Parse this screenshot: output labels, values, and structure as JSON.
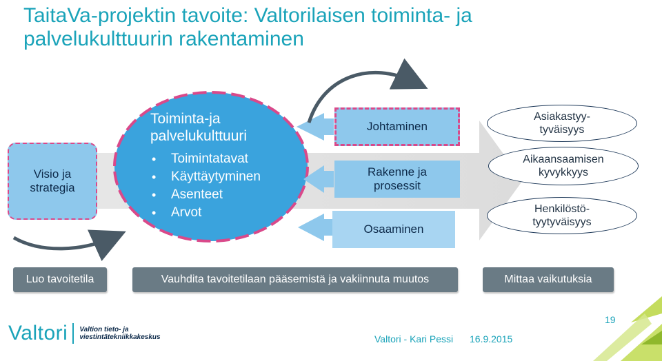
{
  "title": {
    "line1": "TaitaVa-projektin tavoite: Valtorilaisen toiminta- ja",
    "line2": "palvelukulttuurin rakentaminen"
  },
  "vision": {
    "line1": "Visio ja",
    "line2": "strategia"
  },
  "circle": {
    "title_line1": "Toiminta-ja",
    "title_line2": "palvelukulttuuri",
    "bullets": [
      "Toimintatavat",
      "Käyttäytyminen",
      "Asenteet",
      "Arvot"
    ]
  },
  "boxes": {
    "leadership": "Johtaminen",
    "structure_line1": "Rakenne ja",
    "structure_line2": "prosessit",
    "skills": "Osaaminen"
  },
  "outcomes": {
    "customer_line1": "Asiakastyy-",
    "customer_line2": "tyväisyys",
    "ability_line1": "Aikaansaamisen",
    "ability_line2": "kyvykkyys",
    "staff_line1": "Henkilöstö-",
    "staff_line2": "tyytyväisyys"
  },
  "phases": [
    "Luo tavoitetila",
    "Vauhdita tavoitetilaan pääsemistä ja vakiinnuta muutos",
    "Mittaa vaikutuksia"
  ],
  "footer": {
    "logo_word": "Valtori",
    "logo_sub_line1": "Valtion tieto- ja",
    "logo_sub_line2": "viestintätekniikkakeskus",
    "author": "Valtori - Kari Pessi",
    "date": "16.9.2015",
    "page_number": "19"
  },
  "colors": {
    "accent": "#1aa3b9",
    "box_fill": "#8ec8ec",
    "circle_fill": "#3aa3dd",
    "dashed_border": "#d9498a",
    "phase_fill": "#6a7b85",
    "decor_green": "#b5d334"
  }
}
